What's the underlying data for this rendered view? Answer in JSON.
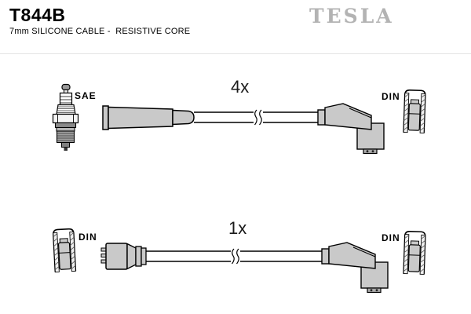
{
  "header": {
    "part_number": "T844B",
    "description": "7mm SILICONE CABLE -  RESISTIVE CORE",
    "brand_logo": "TESLA"
  },
  "colors": {
    "brand_gray": "#b3b3b3",
    "boot_fill": "#c9c9c9",
    "outline": "#000000",
    "divider": "#e4e4e4"
  },
  "rows": [
    {
      "quantity": "4x",
      "left_terminal": "SAE",
      "right_terminal": "DIN",
      "icons": {
        "left": "spark-plug-icon",
        "left_cable_end": "straight-boot",
        "right_cable_end": "elbow-boot-90deg",
        "right": "din-connector-icon"
      }
    },
    {
      "quantity": "1x",
      "left_terminal": "DIN",
      "right_terminal": "DIN",
      "icons": {
        "left": "din-connector-icon",
        "left_cable_end": "straight-plug-boot",
        "right_cable_end": "elbow-boot-90deg",
        "right": "din-connector-icon"
      }
    }
  ]
}
